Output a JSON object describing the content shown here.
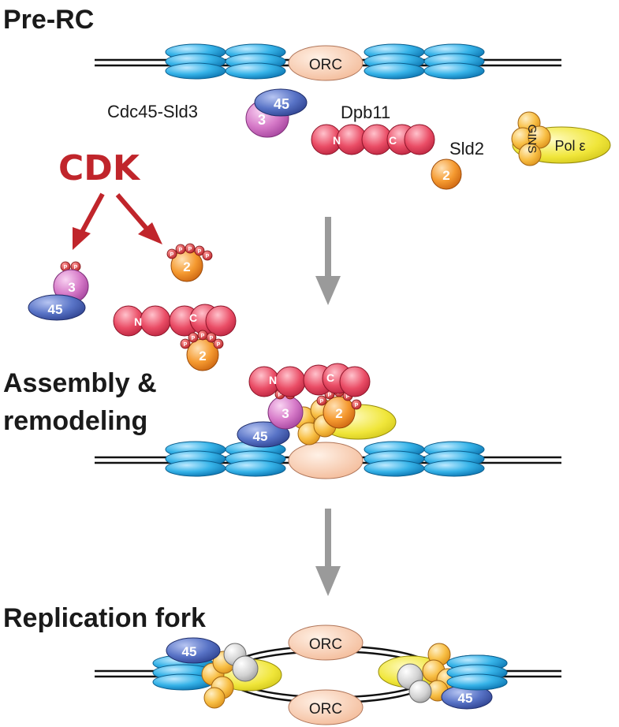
{
  "stages": {
    "pre_rc": "Pre-RC",
    "assembly_line1": "Assembly &",
    "assembly_line2": "remodeling",
    "fork": "Replication fork"
  },
  "labels": {
    "orc": "ORC",
    "cdc45_sld3": "Cdc45-Sld3",
    "dpb11": "Dpb11",
    "sld2": "Sld2",
    "gins": "GINS",
    "pol_e": "Pol ε",
    "cdk": "CDK",
    "n": "N",
    "c": "C",
    "p": "P",
    "n45": "45",
    "n3": "3",
    "n2": "2"
  },
  "colors": {
    "mcm": "#36b3e8",
    "orc": "#fbd7bf",
    "cdc45": "#4761b4",
    "sld3": "#d06cbf",
    "dpb11": "#e23a56",
    "sld2": "#f08a22",
    "gins": "#f7b83a",
    "pol": "#eee43a",
    "cdk": "#c0252b",
    "arrow": "#9a9a9a",
    "phospho": "#d9343a",
    "grey_protein": "#cfcfcf"
  }
}
